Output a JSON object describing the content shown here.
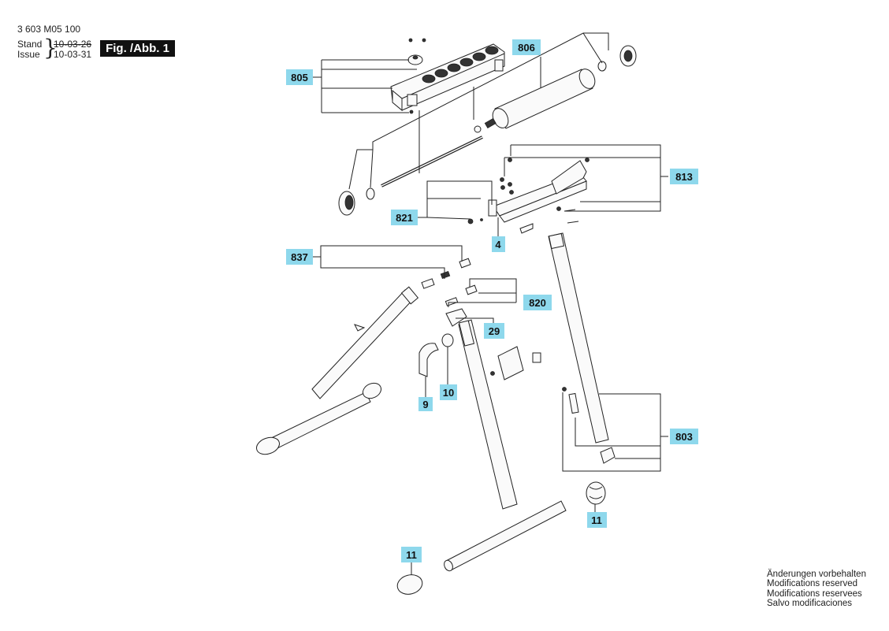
{
  "header": {
    "doc_number": "3 603 M05 100",
    "stand_label": "Stand",
    "stand_date": "10-03-26",
    "issue_label": "Issue",
    "issue_date": "10-03-31",
    "fig_label": "Fig. /Abb. 1"
  },
  "callouts": {
    "c805": "805",
    "c806": "806",
    "c813": "813",
    "c821": "821",
    "c4": "4",
    "c837": "837",
    "c820": "820",
    "c29": "29",
    "c10": "10",
    "c9": "9",
    "c803": "803",
    "c11a": "11",
    "c11b": "11"
  },
  "notes": [
    "Änderungen vorbehalten",
    "Modifications reserved",
    "Modifications reservees",
    "Salvo modificaciones"
  ],
  "colors": {
    "callout_fill": "#8ed8ec",
    "line": "#222222"
  }
}
